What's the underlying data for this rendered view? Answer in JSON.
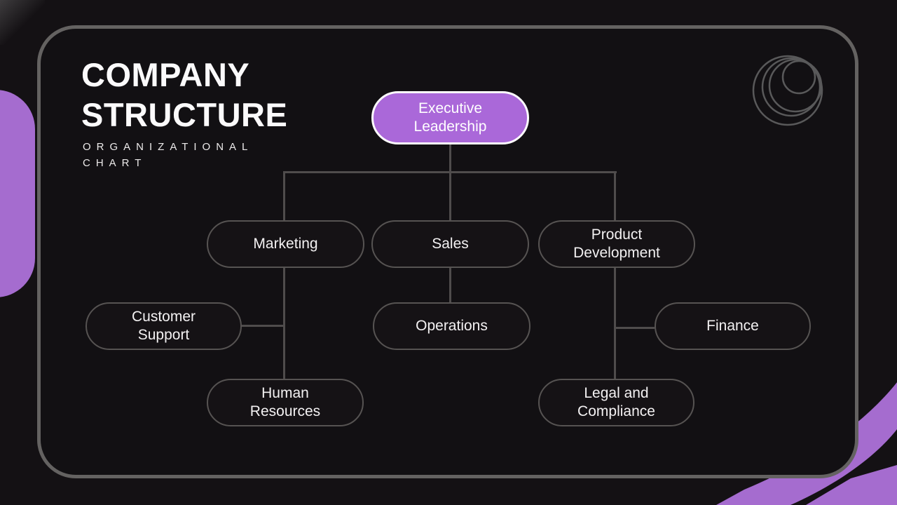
{
  "page": {
    "title": "COMPANY\nSTRUCTURE",
    "subtitle": "ORGANIZATIONAL\nCHART"
  },
  "colors": {
    "background": "#141114",
    "card_background": "#121013",
    "card_border": "#646261",
    "connector_gray": "#4f4c4c",
    "node_border": "#565352",
    "node_text": "#f3f1f2",
    "accent_purple": "#aa68d9",
    "blob_purple": "#a56ccf"
  },
  "logo": {
    "name": "concentric-circles-logo"
  },
  "org_chart": {
    "nodes": [
      {
        "id": "executive-leadership",
        "label": "Executive\nLeadership",
        "level": 1,
        "highlighted": true
      },
      {
        "id": "marketing",
        "label": "Marketing",
        "level": 2,
        "highlighted": false
      },
      {
        "id": "sales",
        "label": "Sales",
        "level": 2,
        "highlighted": false
      },
      {
        "id": "product-development",
        "label": "Product\nDevelopment",
        "level": 2,
        "highlighted": false
      },
      {
        "id": "customer-support",
        "label": "Customer\nSupport",
        "level": 3,
        "highlighted": false
      },
      {
        "id": "operations",
        "label": "Operations",
        "level": 3,
        "highlighted": false
      },
      {
        "id": "finance",
        "label": "Finance",
        "level": 3,
        "highlighted": false
      },
      {
        "id": "human-resources",
        "label": "Human\nResources",
        "level": 3,
        "highlighted": false
      },
      {
        "id": "legal-and-compliance",
        "label": "Legal and\nCompliance",
        "level": 3,
        "highlighted": false
      }
    ],
    "edges": [
      [
        "executive-leadership",
        "marketing"
      ],
      [
        "executive-leadership",
        "sales"
      ],
      [
        "executive-leadership",
        "product-development"
      ],
      [
        "marketing",
        "customer-support"
      ],
      [
        "marketing",
        "human-resources"
      ],
      [
        "sales",
        "operations"
      ],
      [
        "product-development",
        "finance"
      ],
      [
        "product-development",
        "legal-and-compliance"
      ]
    ]
  }
}
